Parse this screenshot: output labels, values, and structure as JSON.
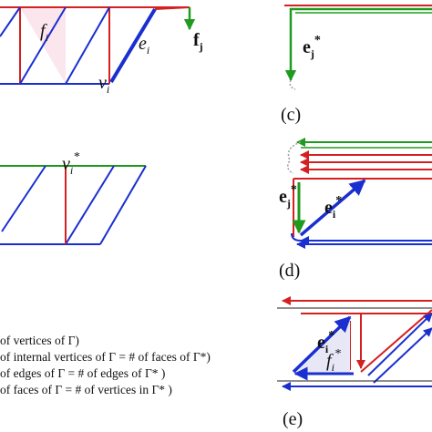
{
  "colors": {
    "red": "#d42020",
    "blue": "#1a2fd0",
    "green": "#1f9a1f",
    "face_fill": "#fbe6ee",
    "gray": "#9a9a9a"
  },
  "labels": {
    "face": "f",
    "face_sub": "i",
    "edge": "e",
    "edge_sub": "i",
    "vertex": "v",
    "vertex_sub": "i",
    "f_bold": "f",
    "f_bold_sub": "j",
    "dual_vertex": "v",
    "dual_vertex_sub": "i",
    "dual_vertex_sup": "*",
    "ej_star": "e",
    "ej_star_sub": "j",
    "ej_star_sup": "*",
    "d_ej": "e",
    "d_ej_sub": "j",
    "d_ej_sup": "*",
    "d_ei": "e",
    "d_ei_sub": "i",
    "d_ei_sup": "*",
    "e_ei": "e",
    "e_ei_sub": "i",
    "e_ei_sup": "*",
    "e_fi": "f",
    "e_fi_sub": "i",
    "e_fi_sup": "*"
  },
  "captions": {
    "c": "(c)",
    "d": "(d)",
    "e": "(e)"
  },
  "legend": [
    "of vertices of  Γ)",
    "of internal vertices of  Γ = # of faces of  Γ*)",
    "of edges of  Γ =  # of edges of  Γ* )",
    "of faces of  Γ = # of vertices in Γ* )"
  ]
}
